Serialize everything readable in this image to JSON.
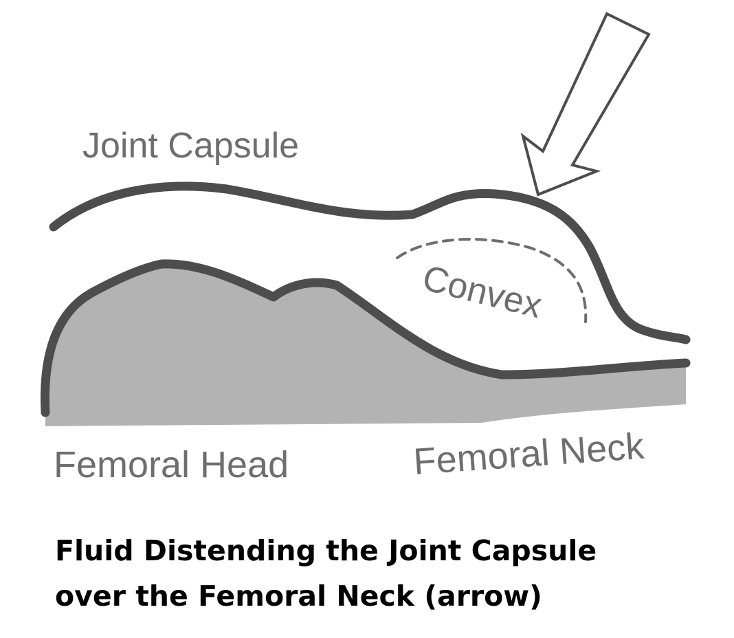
{
  "labels": {
    "joint_capsule": "Joint Capsule",
    "convex": "Convex",
    "femoral_head": "Femoral Head",
    "femoral_neck": "Femoral Neck"
  },
  "caption": {
    "line1": "Fluid Distending the Joint Capsule",
    "line2": "over the Femoral Neck (arrow)"
  },
  "colors": {
    "bone_fill": "#b3b3b3",
    "outline": "#4d4d4d",
    "label_text": "#6e6e6e",
    "caption_text": "#000000"
  }
}
